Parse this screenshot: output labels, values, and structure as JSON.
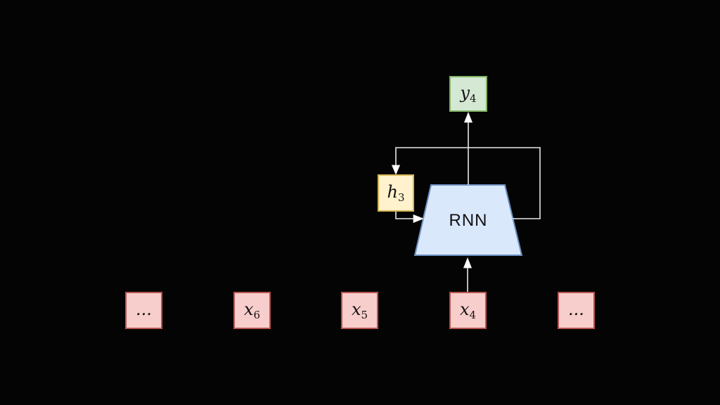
{
  "diagram": {
    "kind": "recurrent-neural-network-unrolled-step",
    "nodes": {
      "output": {
        "base": "y",
        "sub": "4"
      },
      "hidden_state": {
        "base": "h",
        "sub": "3"
      },
      "cell": {
        "label": "RNN"
      },
      "inputs": [
        {
          "base": "...",
          "sub": ""
        },
        {
          "base": "x",
          "sub": "6"
        },
        {
          "base": "x",
          "sub": "5"
        },
        {
          "base": "x",
          "sub": "4"
        },
        {
          "base": "...",
          "sub": ""
        }
      ]
    },
    "colors": {
      "background": "#040404",
      "connector": "#e8e8e8",
      "arrowhead": "#ffffff",
      "label_text": "#141414",
      "output_fill": "#d5e8d4",
      "output_stroke": "#82b366",
      "state_fill": "#fff2cc",
      "state_stroke": "#d6b656",
      "cell_fill": "#dae8fc",
      "cell_stroke": "#6c8ebf",
      "input_fill": "#f8cecc",
      "input_stroke": "#b85450"
    }
  }
}
